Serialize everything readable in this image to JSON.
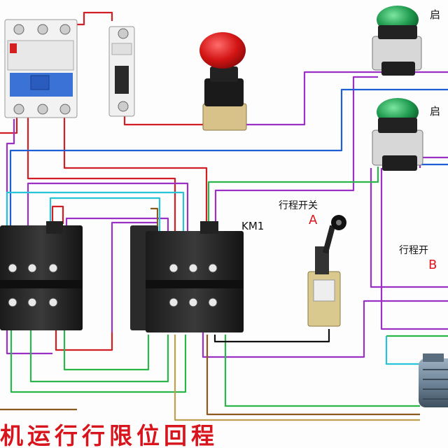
{
  "labels": {
    "start1": "启",
    "start2": "启",
    "km1": "KM1",
    "limit_a_title": "行程开关",
    "limit_a_letter": "A",
    "limit_b_title": "行程开",
    "limit_b_letter": "B"
  },
  "title": "机运行行限位回程",
  "colors": {
    "red_wire": "#d21f26",
    "purple_wire": "#9b30c6",
    "green_wire": "#2bb54a",
    "cyan_wire": "#27c3d8",
    "blue_wire": "#1e5fd6",
    "black_wire": "#111111",
    "brown_wire": "#8a5a1e",
    "title_red": "#d8141c"
  }
}
